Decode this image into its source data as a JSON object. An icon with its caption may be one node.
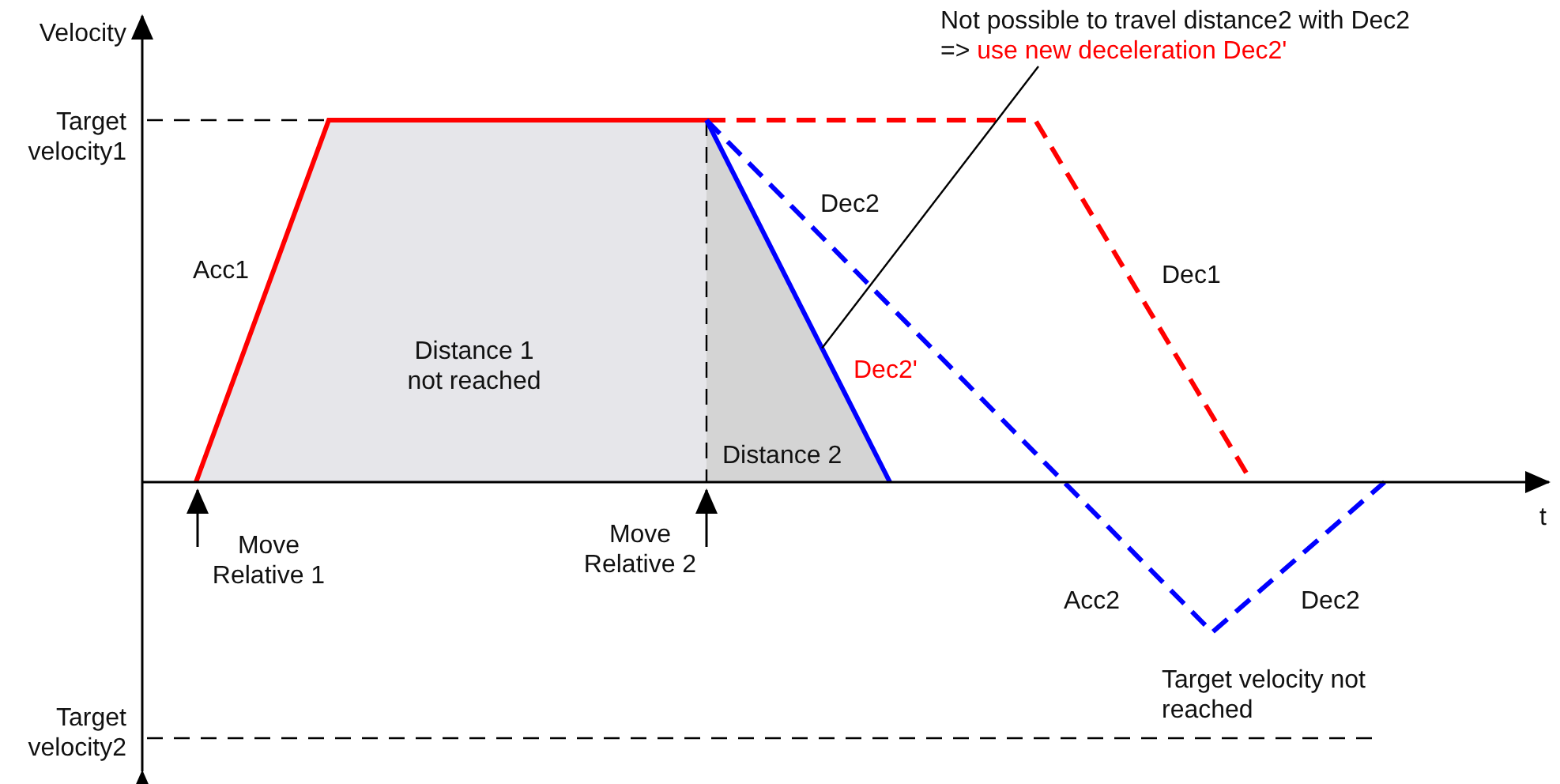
{
  "diagram": {
    "nodes": [
      {
        "text": [
          "Not possible to travel distance2 with Dec2",
          "=>",
          "use new deceleration Dec2'"
        ]
      },
      {
        "text": [
          "Move Relative 1"
        ]
      },
      {
        "text": [
          "Move Relative 2"
        ]
      },
      {
        "text": [
          "Distance 1 not reached"
        ]
      },
      {
        "text": [
          "Distance 2"
        ]
      },
      {
        "text": [],
        "shape": "axis"
      }
    ],
    "edges": [
      {
        "from": 0,
        "to": 4,
        "arrow": "none"
      },
      {
        "from": 1,
        "to": 5,
        "arrow": "to"
      },
      {
        "from": 2,
        "to": 5,
        "arrow": "to"
      }
    ],
    "labels": [
      "Velocity",
      "Target velocity1",
      "Acc1",
      "Dec2",
      "Dec1",
      "Dec2'",
      "t",
      "Acc2",
      "Dec2",
      "Target velocity not reached",
      "Target velocity2"
    ]
  }
}
